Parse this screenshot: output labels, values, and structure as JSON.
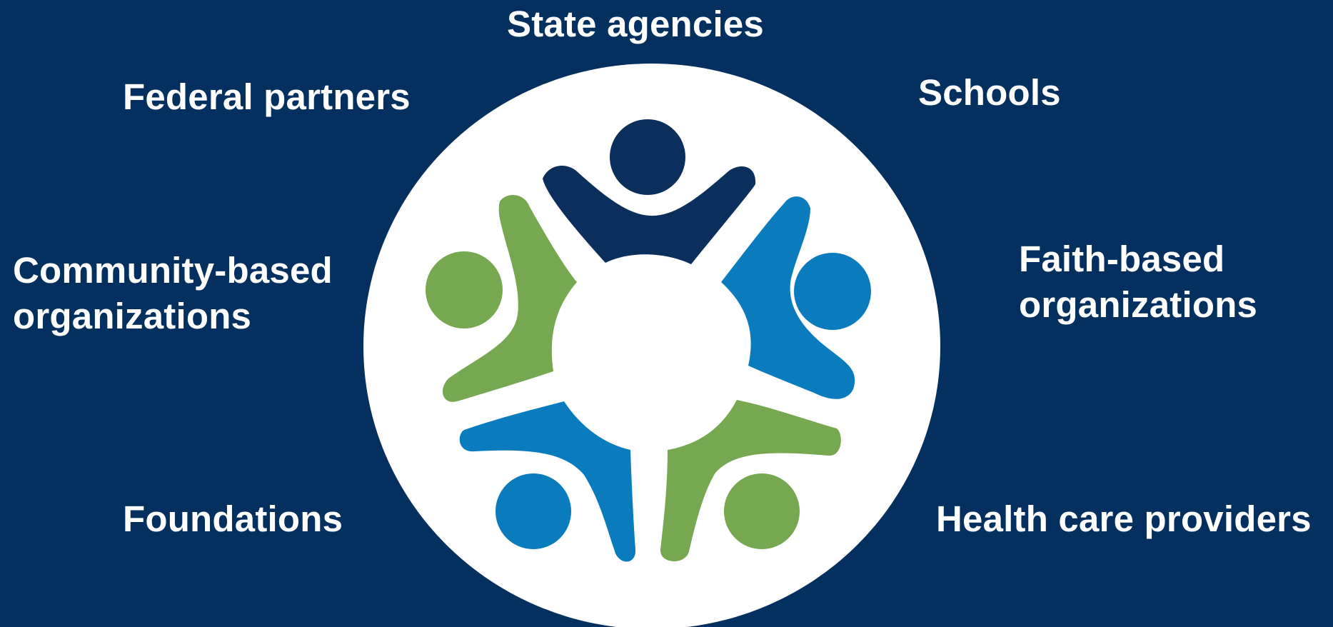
{
  "diagram": {
    "partners": {
      "state_agencies": "State agencies",
      "federal_partners": "Federal partners",
      "schools": "Schools",
      "community_based": [
        "Community-based",
        "organizations"
      ],
      "faith_based": [
        "Faith-based",
        "organizations"
      ],
      "foundations": "Foundations",
      "health_care_providers": "Health care providers"
    },
    "logo": {
      "icon": "community-people-circle-icon",
      "colors": {
        "background": "#03305f",
        "circle": "#ffffff",
        "navy": "#0b2f5c",
        "green": "#76a851",
        "blue": "#0a7bbd"
      }
    }
  }
}
